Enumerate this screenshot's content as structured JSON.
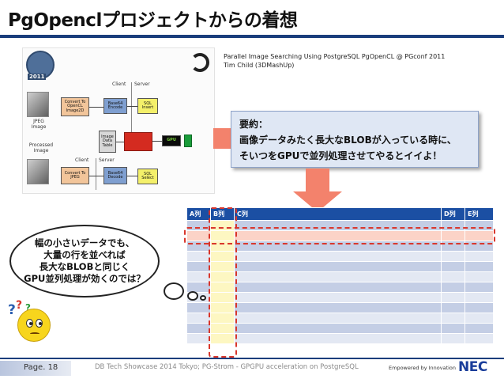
{
  "header": {
    "title": "PgOpenclプロジェクトからの着想"
  },
  "citation": {
    "line1": "Parallel Image Searching Using PostgreSQL PgOpenCL @ PGconf 2011",
    "line2": "Tim Child (3DMashUp)"
  },
  "diagram": {
    "year": "2011",
    "client_top": "Client",
    "server_top": "Server",
    "client_bottom": "Client",
    "server_bottom": "Server",
    "jpeg_label": "JPEG Image",
    "processed_label": "Processed Image",
    "convert_top": "Convert To OpenCL Image2D",
    "base64_encode": "Base64 Encode",
    "sql_insert": "SQL Insert",
    "image_table": "Image Data Table",
    "convert_bottom": "Convert To JPEG",
    "base64_decode": "Base64 Decode",
    "sql_select": "SQL Select",
    "gpu": "GPU"
  },
  "summary": {
    "heading": "要約：",
    "body_line1": "画像データみたく長大なBLOBが入っている時に、",
    "body_line2": "そいつをGPUで並列処理させてやるとイイよ！"
  },
  "table": {
    "headers": [
      "A列",
      "B列",
      "C列",
      "D列",
      "E列"
    ],
    "row_count": 12,
    "highlight_row_index": 1,
    "highlight_column_index": 1
  },
  "thought": {
    "line1": "幅の小さいデータでも、",
    "line2": "大量の行を並べれば",
    "line3": "長大なBLOBと同じく",
    "line4": "GPU並列処理が効くのでは？"
  },
  "footer": {
    "page": "Page. 18",
    "event": "DB Tech Showcase 2014 Tokyo; PG-Strom - GPGPU acceleration on PostgreSQL",
    "tagline": "Empowered by Innovation",
    "brand": "NEC"
  },
  "colors": {
    "title_rule": "#1a3d7c",
    "table_header": "#1b4fa3",
    "arrow": "#f3826c",
    "dashed_outline": "#d9372c",
    "summary_bg": "#dfe7f4",
    "brand": "#1a3d9a"
  }
}
